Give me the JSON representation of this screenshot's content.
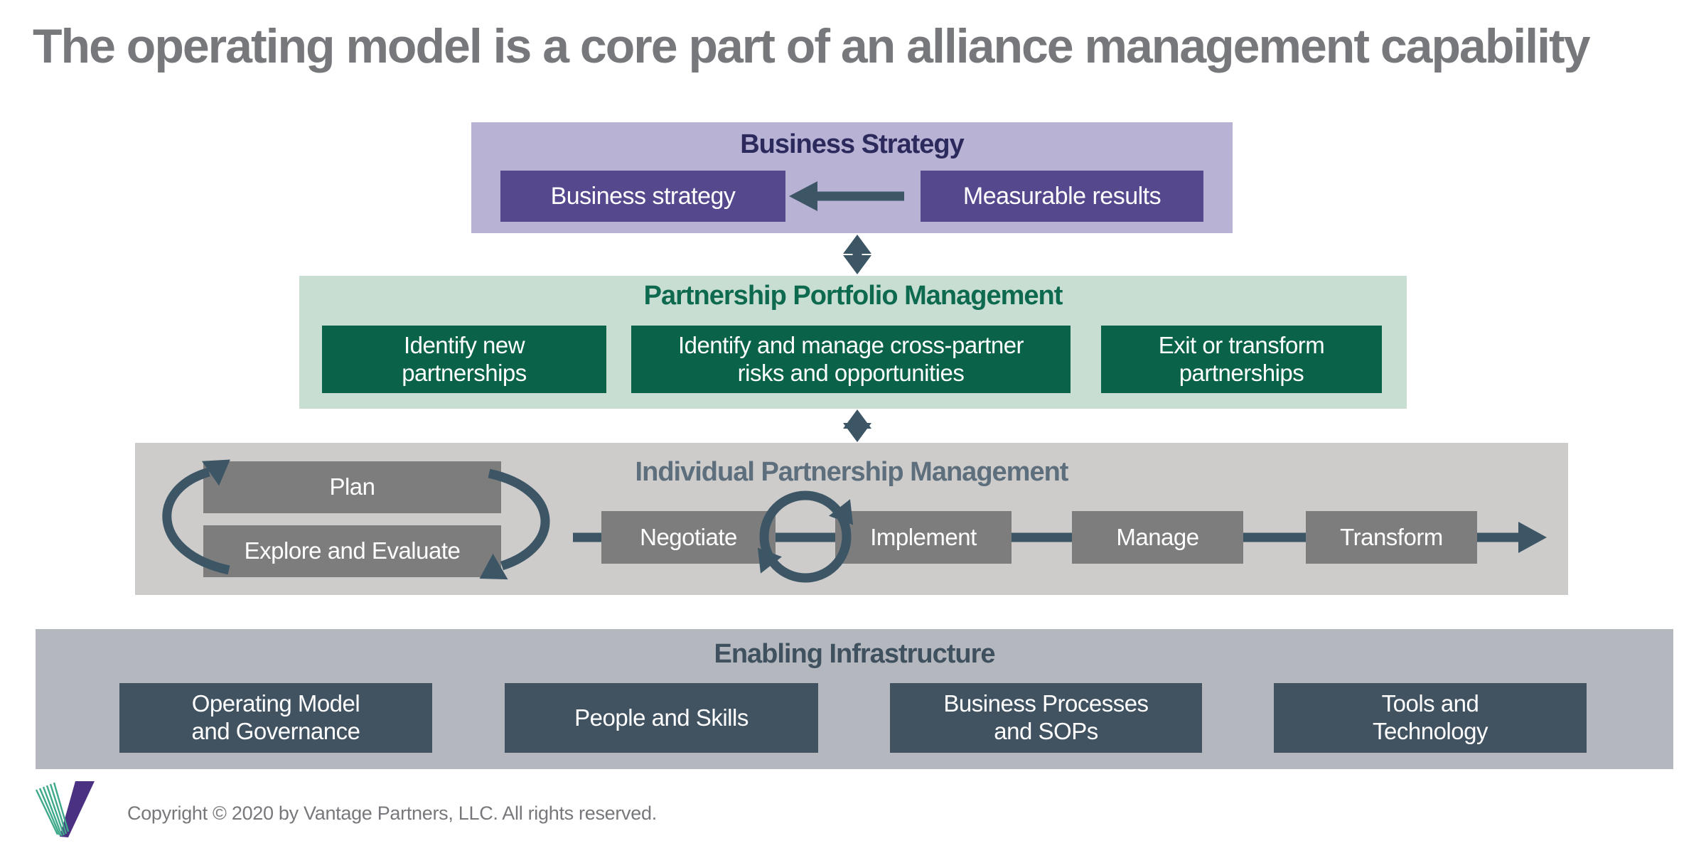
{
  "title": "The operating model is a core part of an alliance management capability",
  "colors": {
    "title_gray": "#77787b",
    "purple_bg": "#b8b2d4",
    "purple_box": "#56488c",
    "purple_header": "#2c2a5c",
    "green_bg": "#c9ded3",
    "green_box": "#0a6349",
    "green_header": "#0e6a4f",
    "gray_bg": "#cdcccb",
    "gray_box": "#7d7d7d",
    "gray_header": "#5d6e7d",
    "slate_bg": "#b4b7be",
    "slate_box": "#415261",
    "slate_header": "#3f505e",
    "arrow": "#3d5666",
    "logo_purple": "#4b3182",
    "logo_green": "#3fa98b"
  },
  "sections": {
    "business_strategy": {
      "header": "Business Strategy",
      "boxes": [
        "Business strategy",
        "Measurable results"
      ]
    },
    "portfolio": {
      "header": "Partnership Portfolio Management",
      "boxes": [
        "Identify new\npartnerships",
        "Identify and manage cross-partner\nrisks and opportunities",
        "Exit or transform\npartnerships"
      ]
    },
    "individual": {
      "header": "Individual Partnership Management",
      "cycle_boxes": [
        "Plan",
        "Explore and Evaluate"
      ],
      "flow_boxes": [
        "Negotiate",
        "Implement",
        "Manage",
        "Transform"
      ]
    },
    "infrastructure": {
      "header": "Enabling Infrastructure",
      "boxes": [
        "Operating Model\nand Governance",
        "People and Skills",
        "Business Processes\nand SOPs",
        "Tools and\nTechnology"
      ]
    }
  },
  "footer": {
    "copyright": "Copyright © 2020 by Vantage Partners, LLC. All rights reserved.",
    "logo_name": "vantage-partners-v-logo"
  }
}
